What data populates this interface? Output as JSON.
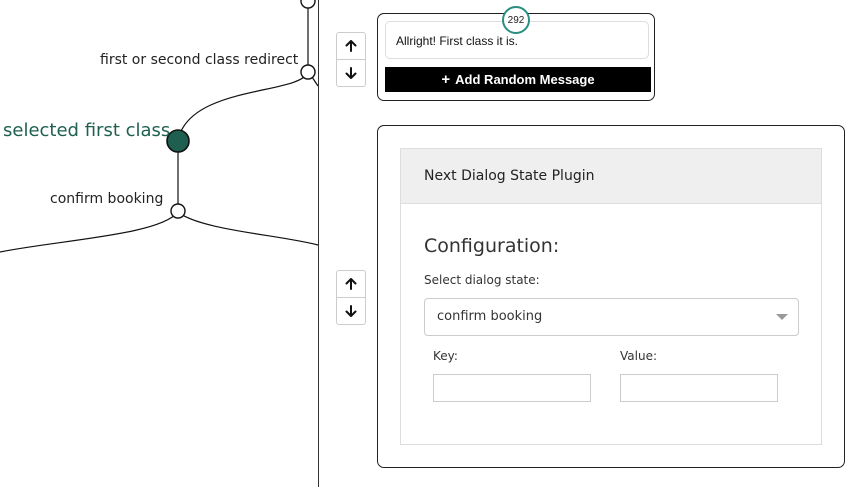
{
  "graph": {
    "nodes": [
      {
        "label": ""
      },
      {
        "label": "first or second class redirect"
      },
      {
        "label": "selected first class",
        "selected": true
      },
      {
        "label": "confirm booking"
      }
    ],
    "selected_color": "#1e5f4f"
  },
  "message_box": {
    "badge": "292",
    "message": "Allright! First class it is.",
    "add_button": "Add Random Message",
    "add_button_icon": "plus-icon"
  },
  "plugin": {
    "header": "Next Dialog State Plugin",
    "config_title": "Configuration:",
    "select_label": "Select dialog state:",
    "selected_state": "confirm booking",
    "key_label": "Key:",
    "value_label": "Value:",
    "key_value": "",
    "value_value": ""
  },
  "icons": {
    "move_up": "arrow-up-icon",
    "move_down": "arrow-down-icon",
    "dropdown": "caret-down-icon"
  },
  "colors": {
    "badge_ring": "#2a8f82",
    "selected_node": "#1e5f4f",
    "button_bg": "#000000"
  }
}
